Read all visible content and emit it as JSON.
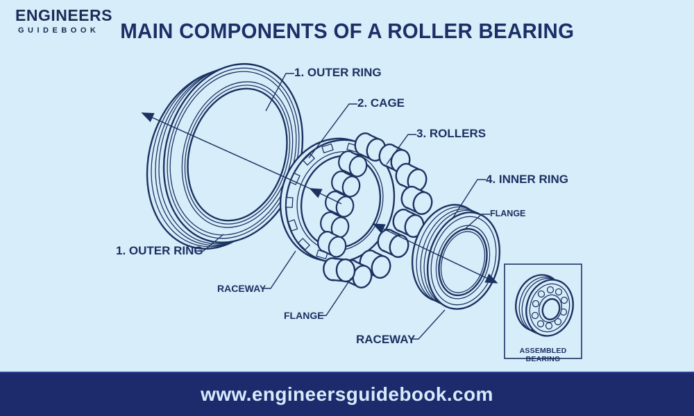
{
  "brand": {
    "name_line1": "ENGINEERS",
    "name_line2": "GUIDEBOOK"
  },
  "header": {
    "title": "MAIN COMPONENTS OF A ROLLER BEARING"
  },
  "diagram": {
    "labels": {
      "outer_ring_top": "1. OUTER RING",
      "cage": "2. CAGE",
      "rollers": "3. ROLLERS",
      "inner_ring": "4. INNER RING",
      "flange_right": "FLANGE",
      "outer_ring_left": "1. OUTER RING",
      "raceway_left": "RACEWAY",
      "flange_bottom": "FLANGE",
      "raceway_bottom": "RACEWAY"
    },
    "inset": {
      "caption": "ASSEMBLED BEARING"
    }
  },
  "footer": {
    "url": "www.engineersguidebook.com"
  },
  "colors": {
    "background": "#d8edfa",
    "ink": "#1b3261",
    "title_text": "#1b2e66",
    "footer_bar": "#1d2b6d",
    "footer_text": "#d6ecfc"
  }
}
